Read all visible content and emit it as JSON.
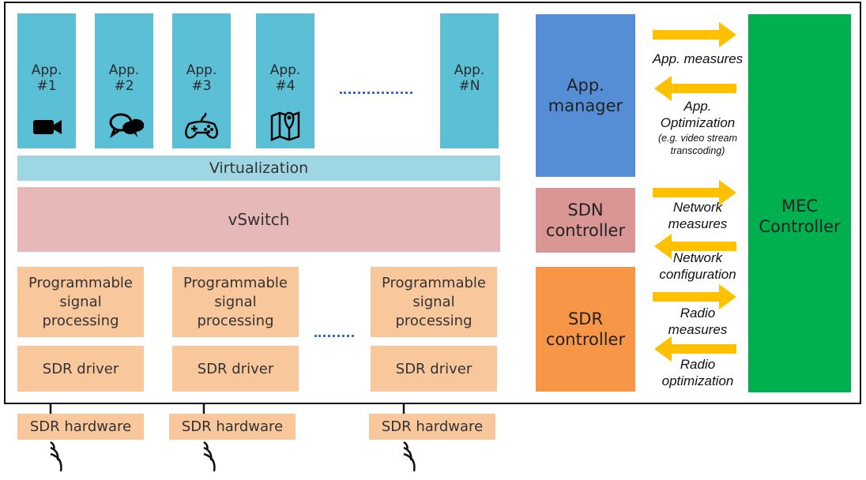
{
  "apps": [
    {
      "label": "App.\n#1",
      "icon": "video-camera-icon"
    },
    {
      "label": "App.\n#2",
      "icon": "chat-bubbles-icon"
    },
    {
      "label": "App.\n#3",
      "icon": "gamepad-icon"
    },
    {
      "label": "App.\n#4",
      "icon": "map-pin-icon"
    },
    {
      "label": "App.\n#N",
      "icon": ""
    }
  ],
  "virtualization": "Virtualization",
  "vswitch": "vSwitch",
  "signal_processing": [
    "Programmable\nsignal\nprocessing",
    "Programmable\nsignal\nprocessing",
    "Programmable\nsignal\nprocessing"
  ],
  "drivers": [
    "SDR driver",
    "SDR driver",
    "SDR driver"
  ],
  "hardware": [
    "SDR hardware",
    "SDR hardware",
    "SDR hardware"
  ],
  "controllers": {
    "app_manager": "App.\nmanager",
    "sdn": "SDN\ncontroller",
    "sdr": "SDR\ncontroller",
    "mec": "MEC\nController"
  },
  "messages": {
    "app_measures": "App. measures",
    "app_optimization": "App.\nOptimization",
    "app_optimization_note": "(e.g. video stream\ntranscoding)",
    "network_measures": "Network\nmeasures",
    "network_configuration": "Network\nconfiguration",
    "radio_measures": "Radio\nmeasures",
    "radio_optimization": "Radio\noptimization"
  },
  "colors": {
    "app": "#5bbfd5",
    "virtualization": "#9fd6e3",
    "vswitch": "#e6b8b8",
    "sdr_blocks": "#f8c79c",
    "app_manager": "#558ed5",
    "sdn_controller": "#d99694",
    "sdr_controller": "#f79646",
    "mec_controller": "#00b04f",
    "arrows": "#ffc000"
  }
}
